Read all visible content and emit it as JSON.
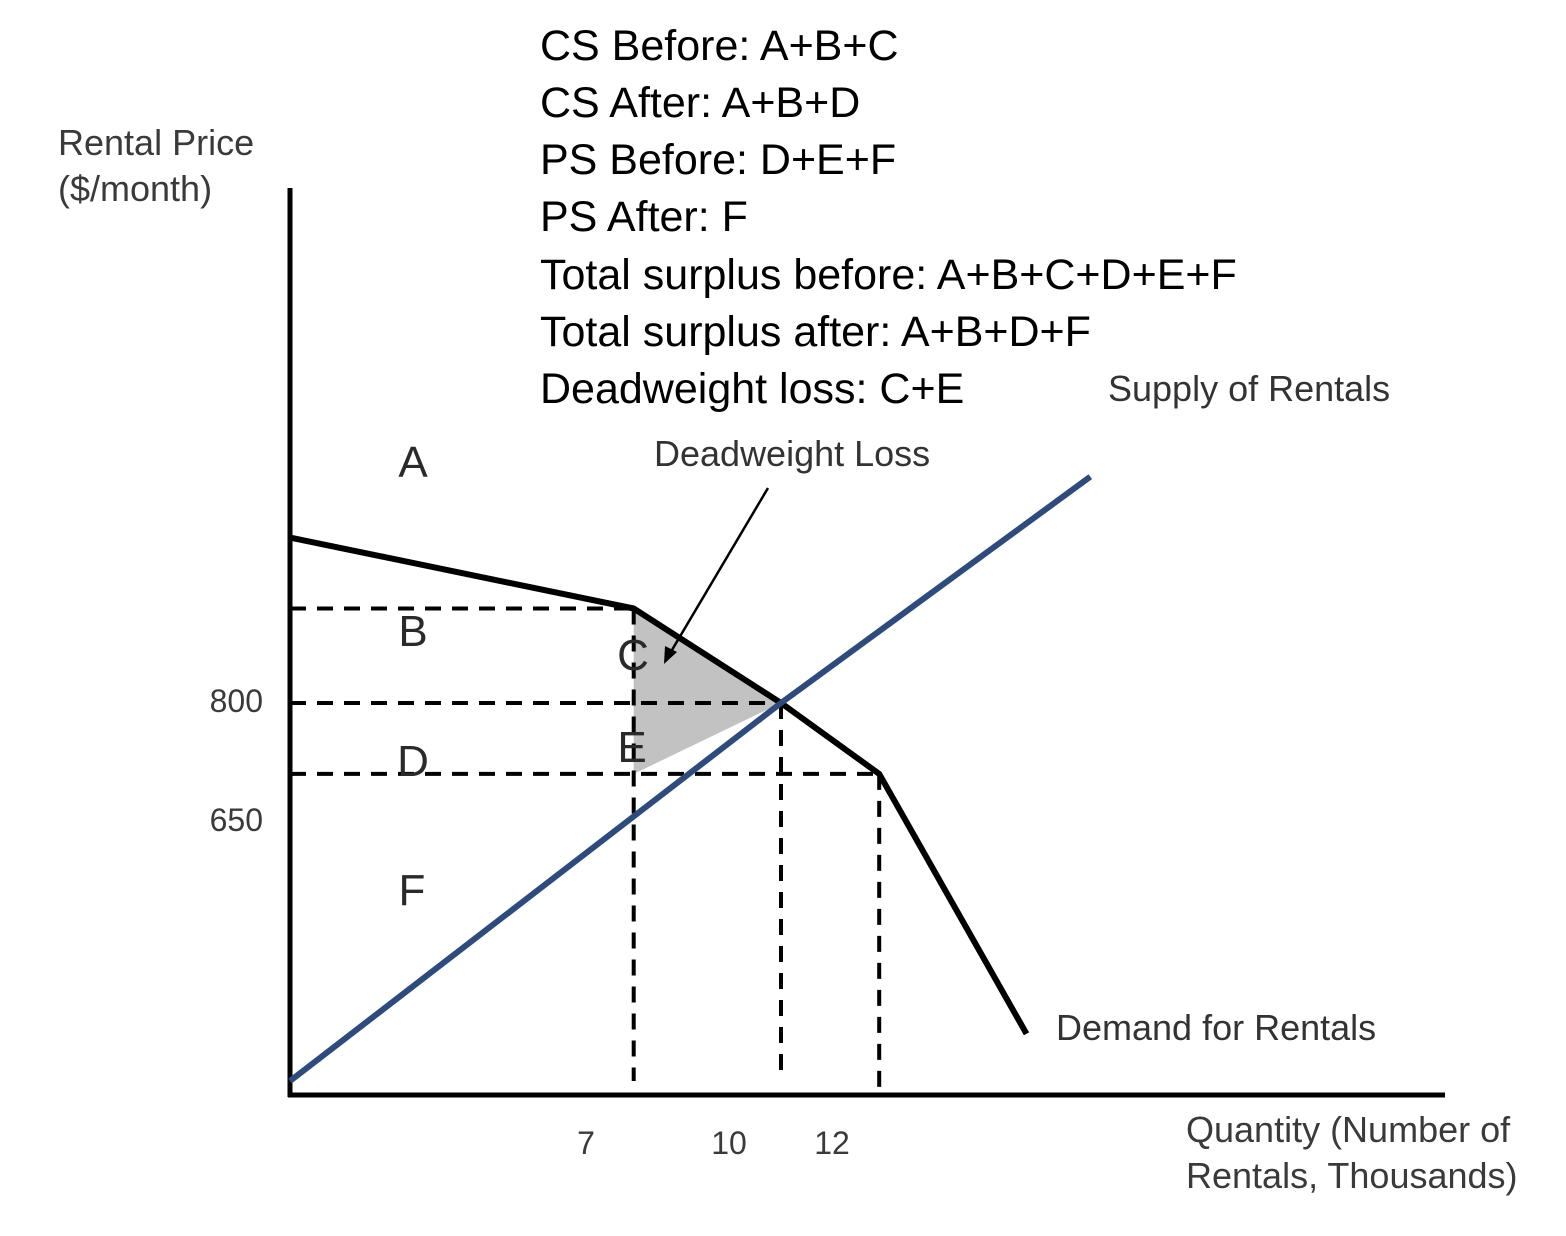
{
  "chart_data": {
    "type": "line",
    "xlabel": [
      "Quantity (Number of",
      "Rentals, Thousands)"
    ],
    "ylabel": [
      "Rental Price",
      "($/month)"
    ],
    "x_ticks": [
      "7",
      "10",
      "12"
    ],
    "y_ticks": [
      "800",
      "650"
    ],
    "series": [
      {
        "name": "Supply of Rentals",
        "color": "#2f4b7c",
        "points": [
          [
            0,
            0
          ],
          [
            10,
            800
          ],
          [
            16.3,
            1279
          ]
        ]
      },
      {
        "name": "Demand for Rentals",
        "color": "#000000",
        "points": [
          [
            0,
            1150
          ],
          [
            7,
            1000
          ],
          [
            10,
            800
          ],
          [
            12,
            650
          ],
          [
            15,
            100
          ]
        ]
      }
    ],
    "ceiling_price": 1000,
    "equilibrium": {
      "x": 10,
      "y": 800
    },
    "price_with_quantity_7_on_supply": 650,
    "regions": [
      "A",
      "B",
      "C",
      "D",
      "E",
      "F"
    ],
    "shaded_region_color": "#c2c2c2",
    "annotation": "Deadweight Loss",
    "summary_lines": [
      "CS Before: A+B+C",
      "CS After: A+B+D",
      "PS Before: D+E+F",
      "PS After: F",
      "Total surplus before: A+B+C+D+E+F",
      "Total surplus after: A+B+D+F",
      "Deadweight loss: C+E"
    ]
  }
}
